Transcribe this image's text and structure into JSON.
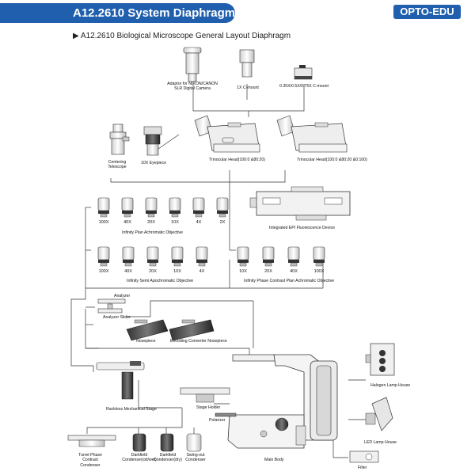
{
  "header": {
    "title": "A12.2610 System Diaphragm",
    "brand": "OPTO-EDU",
    "subtitle": "▶ A12.2610 Biological Microscope General Layout Diaphragm"
  },
  "labels": {
    "adaptor": "Adaptor for NIKON/CANON SLR Digital Camera",
    "c_mount_1x": "1X C-mount",
    "c_mount_reduced": "0.35X/0.5X/0.75X C-mount",
    "centering_telescope": "Centering Telescope",
    "eyepiece": "10X Eyepiece",
    "trinocular_head_1": "Trinocular Head(100:0 &80:20)",
    "trinocular_head_2": "Trinocular Head(100:0 &80:20 &0:100)",
    "integrated_epi": "Integrated EPI Fluorescence Device",
    "plan_achromatic": "Infinity Plan Achromatic Objective",
    "semi_apochromatic": "Infinity Semi Apochromatic Objective",
    "phase_contrast": "Infinity Phase Contrast Plan Achromatic Objective",
    "analyzer": "Analyzer",
    "analyzer_slider": "Analyzer Slider",
    "nosepiece": "Nosepiece",
    "encoding_nosepiece": "Encoding Converter Nosepiece",
    "halogen_lamp": "Halogen Lamp House",
    "led_lamp": "LED Lamp House",
    "mechanical_stage": "Rackless Mechanical Stage",
    "stage_holder": "Stage Holder",
    "polarizer": "Polarizer",
    "main_body": "Main Body",
    "filter": "Filter",
    "turret_condenser": "Turret Phase Contrast Condenser",
    "darkfield_oil": "Darkfield Condenser(oil/wet)",
    "darkfield_dry": "Darkfield Condenser(dry)",
    "swing_out": "Swing-out Condenser"
  },
  "plan_objectives": [
    "100X",
    "40X",
    "20X",
    "10X",
    "4X",
    "2X"
  ],
  "semi_objectives": [
    "100X",
    "40X",
    "20X",
    "10X",
    "4X"
  ],
  "phase_objectives": [
    "10X",
    "20X",
    "40X",
    "100X"
  ]
}
